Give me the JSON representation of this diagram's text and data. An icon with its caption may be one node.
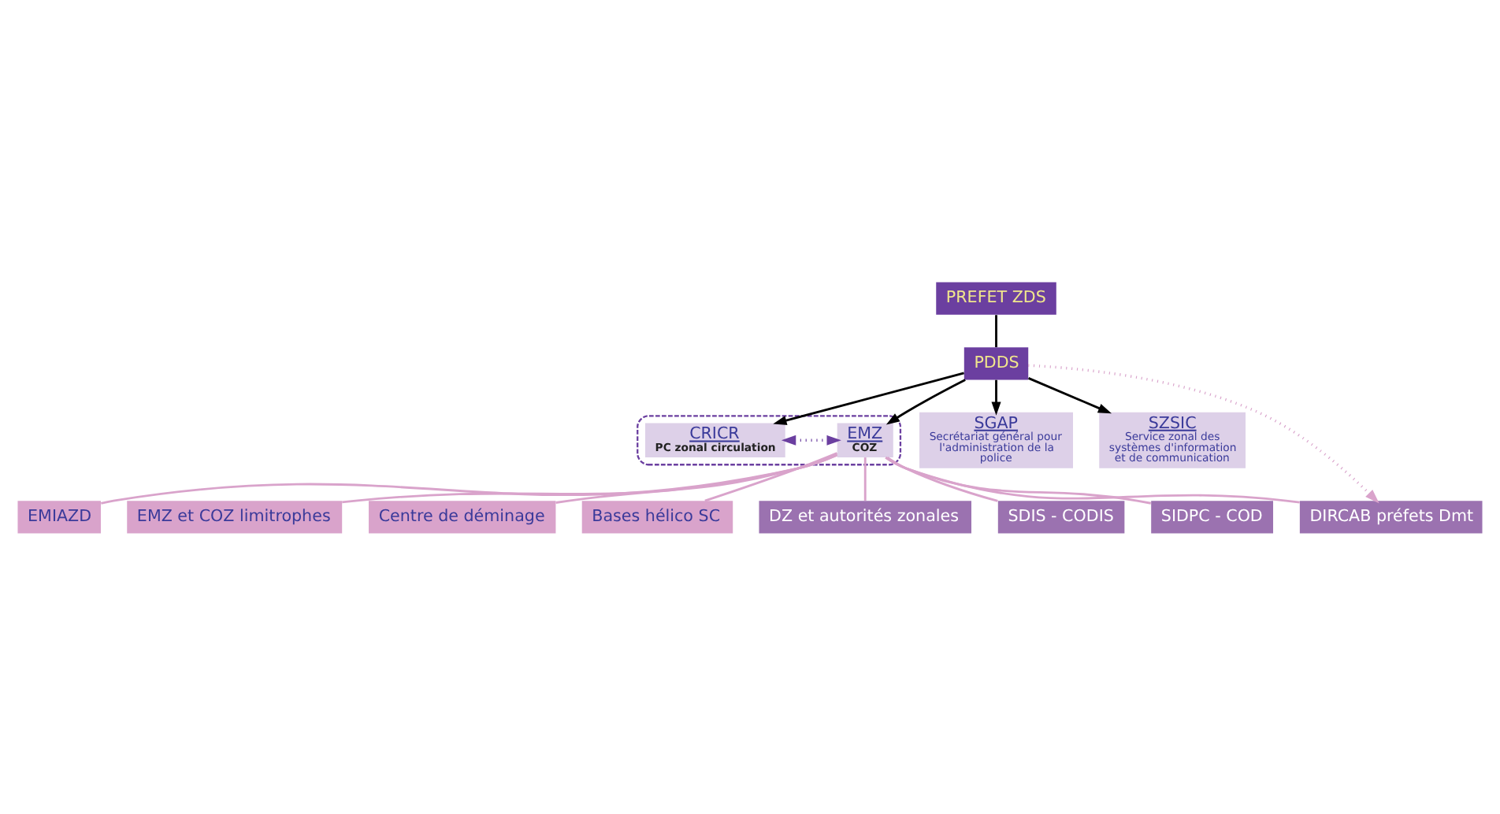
{
  "diagram": {
    "nodes": [
      {
        "text": [
          "PREFET ZDS"
        ]
      },
      {
        "text": [
          "PDDS"
        ]
      },
      {
        "text": [],
        "shape": "ellipse"
      },
      {
        "text": [
          "CRICR",
          "PC zonal circulation"
        ],
        "in": 2
      },
      {
        "text": [
          "EMZ",
          "COZ"
        ],
        "in": 2
      },
      {
        "text": [
          "SGAP",
          "Secrétariat général pour l'administration de la police"
        ]
      },
      {
        "text": [
          "SZSIC",
          "Service zonal des systèmes d'information et de communication"
        ]
      },
      {
        "text": [
          "EMIAZD"
        ]
      },
      {
        "text": [
          "EMZ et COZ limitrophes"
        ]
      },
      {
        "text": [
          "Centre de déminage"
        ]
      },
      {
        "text": [
          "Bases hélico SC"
        ]
      },
      {
        "text": [
          "DIRCAB préfets Dmt"
        ]
      },
      {
        "text": [
          "DZ et autorités zonales"
        ]
      },
      {
        "text": [
          "SDIS - CODIS"
        ]
      },
      {
        "text": [
          "SIDPC - COD"
        ]
      }
    ],
    "edges": [
      {
        "from": 0,
        "to": 1,
        "arrow": "none",
        "color": "#000000"
      },
      {
        "from": 1,
        "to": 3,
        "arrow": "to",
        "color": "#000000"
      },
      {
        "from": 1,
        "to": 4,
        "arrow": "to",
        "color": "#000000"
      },
      {
        "from": 1,
        "to": 5,
        "arrow": "to",
        "color": "#000000"
      },
      {
        "from": 1,
        "to": 6,
        "arrow": "to",
        "color": "#000000"
      },
      {
        "from": 1,
        "to": 11,
        "arrow": "to",
        "style": "dashed",
        "color": "#d9a3cb"
      },
      {
        "from": 3,
        "to": 4,
        "arrow": "both",
        "style": "dashed",
        "color": "#6b3fa0"
      },
      {
        "from": 4,
        "to": 7,
        "arrow": "none",
        "color": "#d9a3cb"
      },
      {
        "from": 4,
        "to": 8,
        "arrow": "none",
        "color": "#d9a3cb"
      },
      {
        "from": 4,
        "to": 9,
        "arrow": "none",
        "color": "#d9a3cb"
      },
      {
        "from": 4,
        "to": 10,
        "arrow": "none",
        "color": "#d9a3cb"
      },
      {
        "from": 4,
        "to": 11,
        "arrow": "none",
        "color": "#d9a3cb"
      },
      {
        "from": 4,
        "to": 12,
        "arrow": "none",
        "color": "#d9a3cb"
      },
      {
        "from": 4,
        "to": 13,
        "arrow": "none",
        "color": "#d9a3cb"
      },
      {
        "from": 4,
        "to": 14,
        "arrow": "none",
        "color": "#d9a3cb"
      }
    ]
  }
}
